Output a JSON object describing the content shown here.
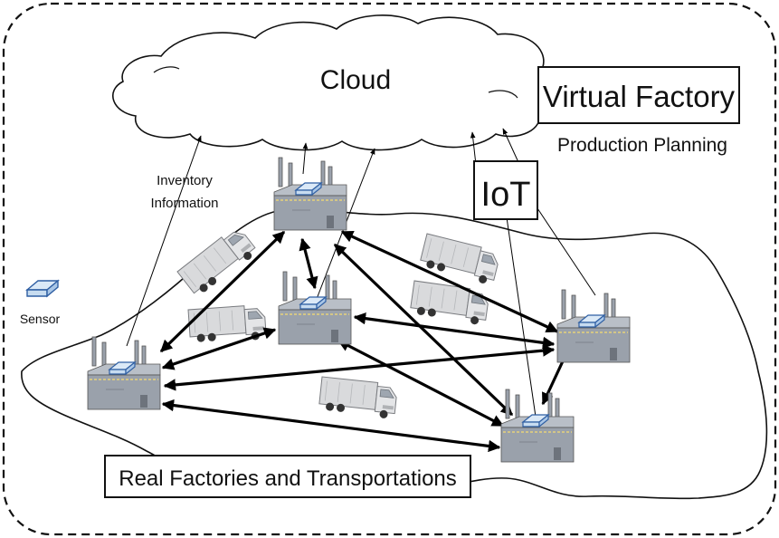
{
  "cloud": {
    "label": "Cloud"
  },
  "virtual_factory": {
    "label": "Virtual Factory",
    "sublabel": "Production Planning"
  },
  "iot": {
    "label": "IoT"
  },
  "inventory": {
    "line1": "Inventory",
    "line2": "Information"
  },
  "sensor": {
    "label": "Sensor"
  },
  "real_factories": {
    "label": "Real Factories and Transportations"
  },
  "colors": {
    "factory_body": "#9aa1ab",
    "factory_roof": "#b9bfc7",
    "sensor_fill": "#dbe9f7",
    "sensor_stroke": "#2f5fa3",
    "truck_body": "#d9dadc",
    "arrow": "#000000"
  }
}
